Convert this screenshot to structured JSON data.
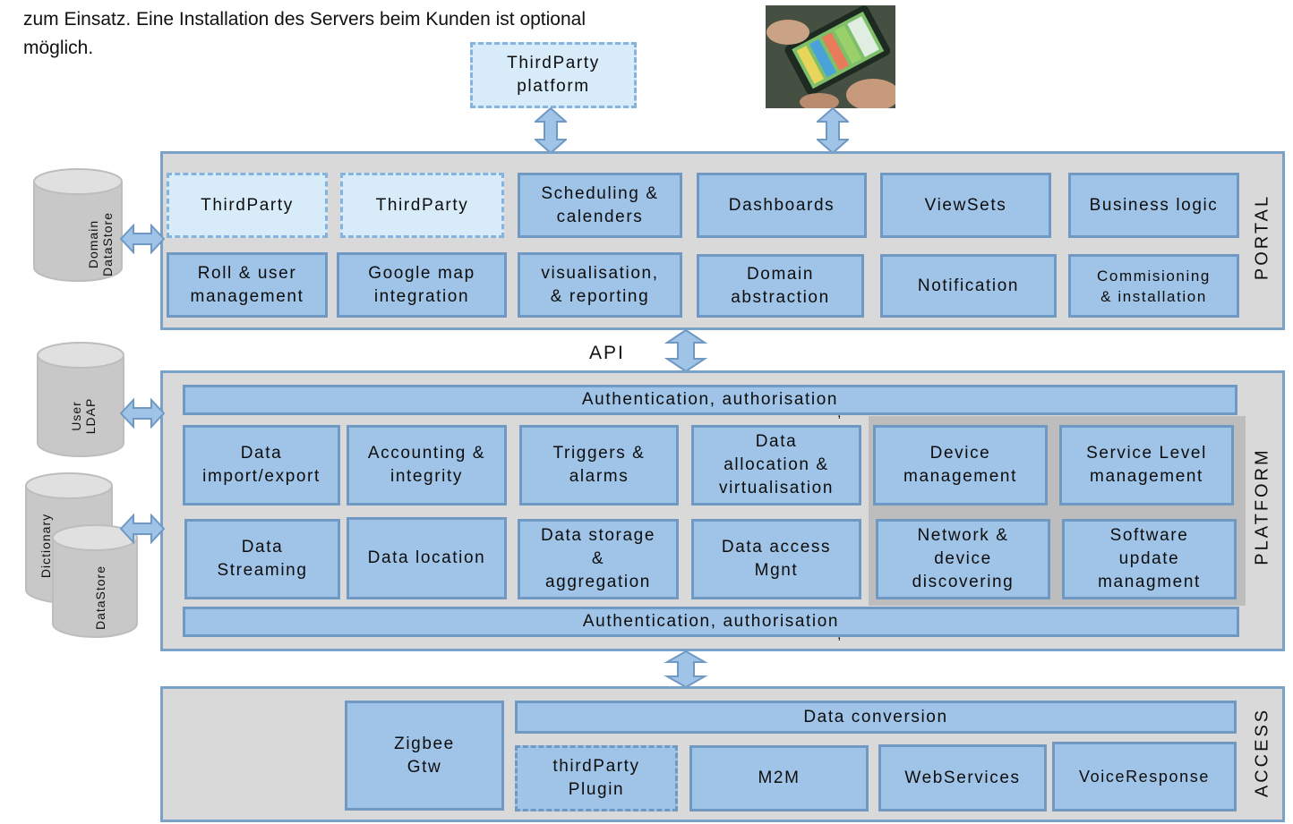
{
  "intro_text": "zum Einsatz. Eine Installation des Servers beim Kunden ist optional möglich.",
  "top_third_party": "ThirdParty\nplatform",
  "portal": {
    "label": "PORTAL",
    "row1": [
      "ThirdParty",
      "ThirdParty",
      "Scheduling &\ncalenders",
      "Dashboards",
      "ViewSets",
      "Business logic"
    ],
    "row2": [
      "Roll  & user\nmanagement",
      "Google map\nintegration",
      "visualisation,\n& reporting",
      "Domain\nabstraction",
      "Notification",
      "Commisioning\n& installation"
    ]
  },
  "api_label": "API",
  "platform": {
    "label": "PLATFORM",
    "auth_top": "Authentication, authorisation",
    "auth_bottom": "Authentication, authorisation",
    "comma": ",",
    "row1": [
      "Data\nimport/export",
      "Accounting &\nintegrity",
      "Triggers &\nalarms",
      "Data\nallocation &\nvirtualisation",
      "Device\nmanagement",
      "Service Level\nmanagement"
    ],
    "row2": [
      "Data\nStreaming",
      "Data location",
      "Data storage\n&\naggregation",
      "Data access\nMgnt",
      "Network &\ndevice\ndiscovering",
      "Software\nupdate\nmanagment"
    ]
  },
  "access": {
    "label": "ACCESS",
    "data_conversion": "Data conversion",
    "zigbee": "Zigbee\nGtw",
    "third_party_plugin": "thirdParty\nPlugin",
    "m2m": "M2M",
    "webservices": "WebServices",
    "voice": "VoiceResponse"
  },
  "stores": {
    "domain": "Domain\nDataStore",
    "user": "User\nLDAP",
    "dictionary": "Dictionary",
    "datastore": "DataStore"
  },
  "colors": {
    "box_fill": "#9fc4e7",
    "box_border": "#6f98c2",
    "dashed_fill": "#d7ebf9",
    "layer_fill": "#d9d9d9",
    "cylinder": "#c8c8c8"
  }
}
